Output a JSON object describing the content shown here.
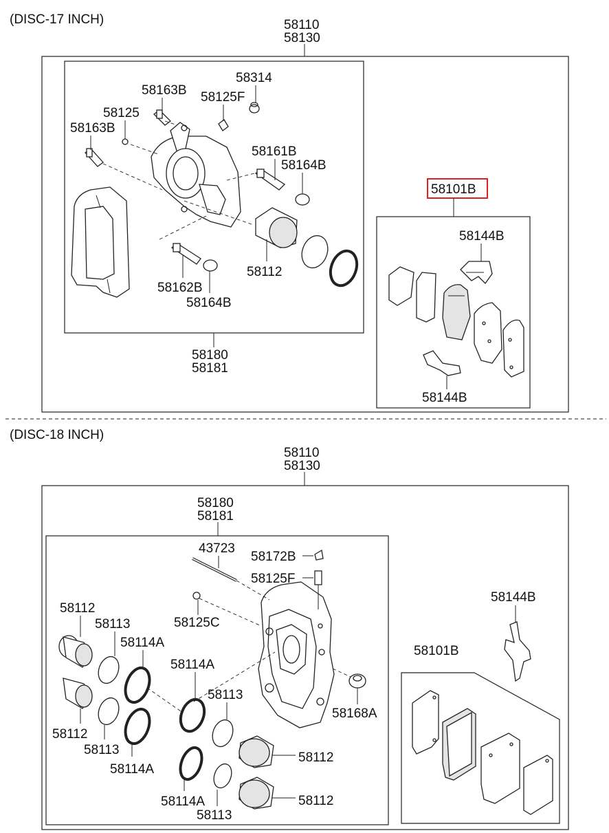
{
  "sections": [
    {
      "title": "(DISC-17 INCH)",
      "assembly_labels": [
        "58110",
        "58130"
      ],
      "caliper_box": {
        "labels": {
          "p58314": "58314",
          "p58163b_top": "58163B",
          "p58125f": "58125F",
          "p58125": "58125",
          "p58163b_left": "58163B",
          "p58161b": "58161B",
          "p58164b_right": "58164B",
          "p58112": "58112",
          "p58162b": "58162B",
          "p58164b_bottom": "58164B"
        },
        "bracket_labels": [
          "58180",
          "58181"
        ]
      },
      "pad_kit": {
        "label": "58101B",
        "highlighted": true,
        "highlight_color": "#e02020",
        "labels": {
          "clip_top": "58144B",
          "clip_bottom": "58144B"
        }
      },
      "divider": "dashed"
    },
    {
      "title": "(DISC-18 INCH)",
      "assembly_labels": [
        "58110",
        "58130"
      ],
      "caliper_box": {
        "top_labels": [
          "58180",
          "58181"
        ],
        "labels": {
          "p43723": "43723",
          "p58172b": "58172B",
          "p58125f": "58125F",
          "p58125c": "58125C",
          "p58168a": "58168A",
          "p58112_a": "58112",
          "p58113_a": "58113",
          "p58114a_a": "58114A",
          "p58114a_b": "58114A",
          "p58113_b": "58113",
          "p58112_b": "58112",
          "p58113_c": "58113",
          "p58114a_c": "58114A",
          "p58112_c": "58112",
          "p58114a_d": "58114A",
          "p58113_d": "58113",
          "p58112_d": "58112"
        }
      },
      "clip_label": "58144B",
      "pad_kit": {
        "label": "58101B"
      }
    }
  ]
}
